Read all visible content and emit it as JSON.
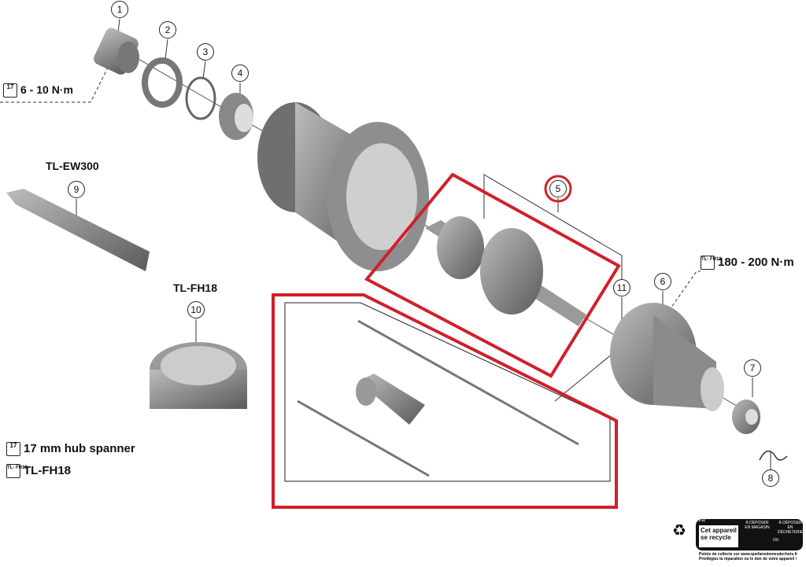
{
  "callouts": [
    "1",
    "2",
    "3",
    "4",
    "5",
    "6",
    "7",
    "8",
    "9",
    "10",
    "11"
  ],
  "labels": {
    "torque_1": "6 - 10 N·m",
    "tool_9": "TL-EW300",
    "tool_10": "TL-FH18",
    "torque_6": "180 - 200 N·m"
  },
  "legend": {
    "spanner_icon_text": "17",
    "spanner": "17 mm hub spanner",
    "tool_icon_text": "TL-\nFH18",
    "tool": "TL-FH18"
  },
  "recycle": {
    "country": "FR",
    "title": "Cet appareil se recycle",
    "option_store": "À DÉPOSER EN MAGASIN",
    "or": "OU",
    "option_dump": "À DÉPOSER EN DÉCHETERIE",
    "footer": "Points de collecte sur www.quefairedemesdechets.fr Privilégiez la réparation ou le don de votre appareil !"
  },
  "colors": {
    "highlight": "#d0202a",
    "part": "#8a8a8a"
  }
}
